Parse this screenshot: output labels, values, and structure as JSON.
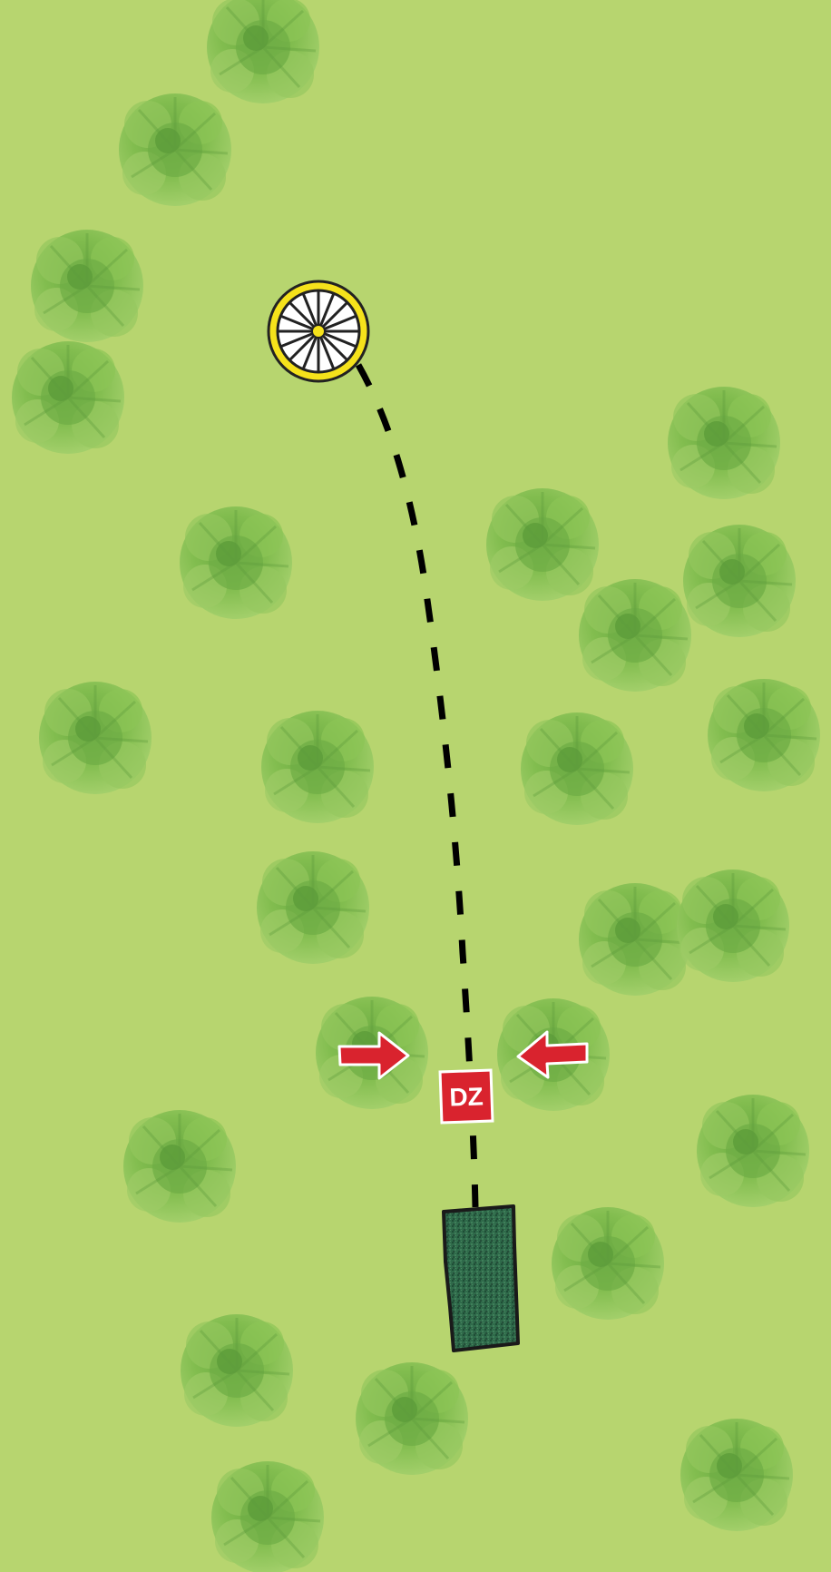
{
  "scene": {
    "background_color": "#b7d56f",
    "tree_color_light": "#8cc456",
    "tree_color_dark": "#5d9c3a",
    "path_color": "#000000",
    "arrow_color": "#d9232e"
  },
  "start_marker": {
    "icon": "wagon-wheel-icon",
    "ring_color": "#f5e21b"
  },
  "drop_zone": {
    "label": "DZ",
    "color": "#d9232e"
  },
  "target": {
    "icon": "hedge-block-icon",
    "color": "#2f6a4a"
  },
  "arrows": [
    {
      "icon": "arrow-right-icon",
      "direction": "right"
    },
    {
      "icon": "arrow-left-icon",
      "direction": "left"
    }
  ]
}
